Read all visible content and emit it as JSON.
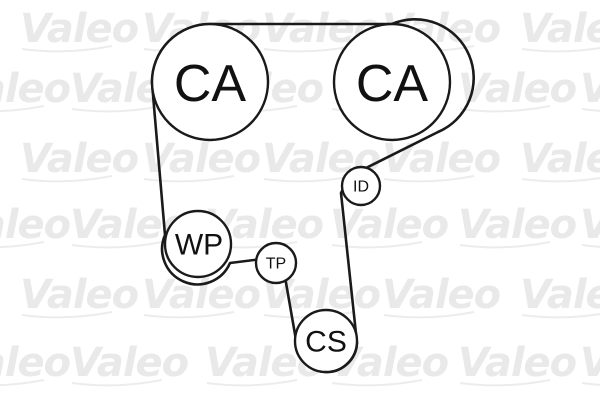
{
  "watermark": {
    "brand": "Valeo",
    "color": "#e9e9e9"
  },
  "pulleys": [
    {
      "id": "cam-left",
      "label": "CA"
    },
    {
      "id": "cam-right",
      "label": "CA"
    },
    {
      "id": "water-pump",
      "label": "WP"
    },
    {
      "id": "tensioner",
      "label": "TP"
    },
    {
      "id": "crankshaft",
      "label": "CS"
    },
    {
      "id": "idler",
      "label": "ID"
    }
  ],
  "colors": {
    "line": "#1a1a1a",
    "background": "#ffffff"
  }
}
